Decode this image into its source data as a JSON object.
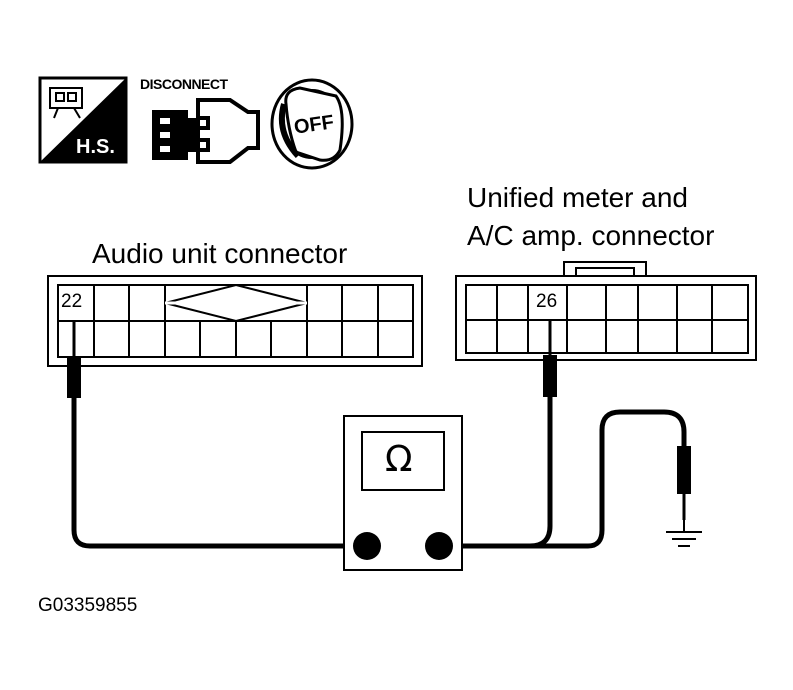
{
  "icons": {
    "harness_side": {
      "label": "H.S."
    },
    "disconnect": {
      "label": "DISCONNECT"
    },
    "ignition_switch": {
      "label": "OFF"
    }
  },
  "connectors": {
    "audio_unit": {
      "label": "Audio unit connector",
      "pin": "22"
    },
    "meter_ac_amp": {
      "label_line1": "Unified meter and",
      "label_line2": "A/C amp. connector",
      "pin": "26"
    }
  },
  "meter": {
    "symbol": "Ω"
  },
  "figure_code": "G03359855"
}
